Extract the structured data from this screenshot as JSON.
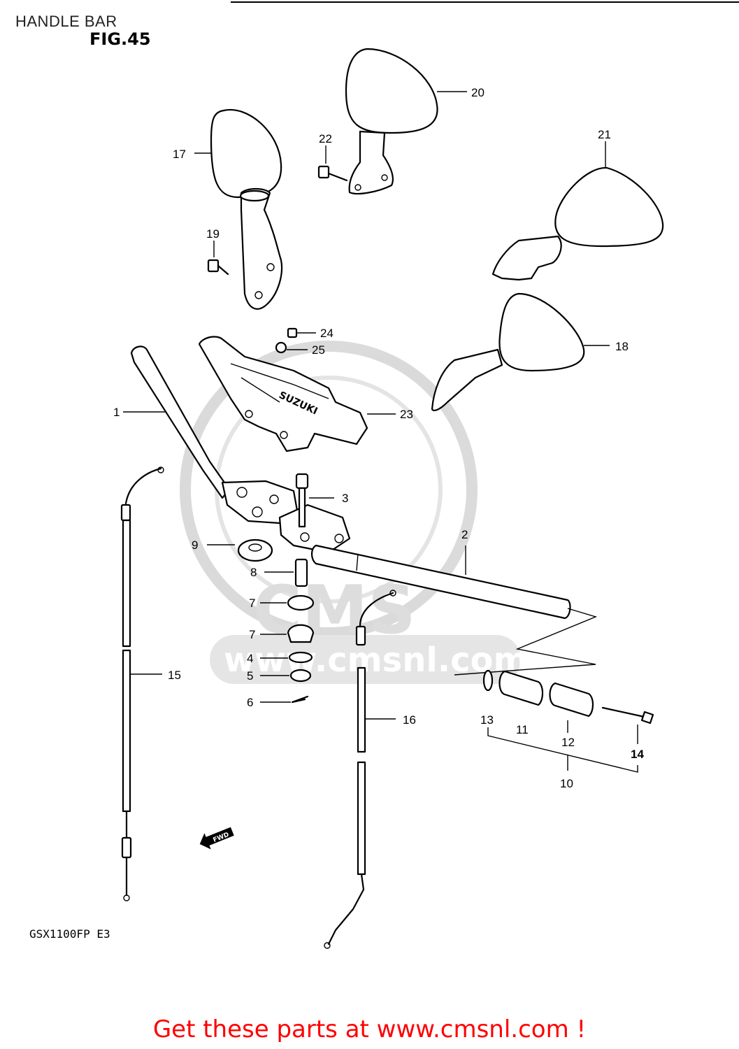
{
  "header": {
    "section": "HANDLE BAR",
    "figure": "FIG.45"
  },
  "footer": {
    "model_code": "GSX1100FP  E3",
    "call_to_action": "Get these parts at www.cmsnl.com !"
  },
  "marks": {
    "fwd": "FWD",
    "brand": "SUZUKI"
  },
  "watermark": {
    "text": "www.cmsnl.com",
    "brand": "CMS",
    "color": "#c8c8c8"
  },
  "colors": {
    "ink": "#000000",
    "cta": "#ff0000"
  },
  "callouts": [
    "1",
    "2",
    "3",
    "4",
    "5",
    "6",
    "7",
    "7",
    "8",
    "9",
    "10",
    "11",
    "12",
    "13",
    "14",
    "15",
    "16",
    "17",
    "18",
    "19",
    "20",
    "21",
    "22",
    "23",
    "24",
    "25"
  ]
}
